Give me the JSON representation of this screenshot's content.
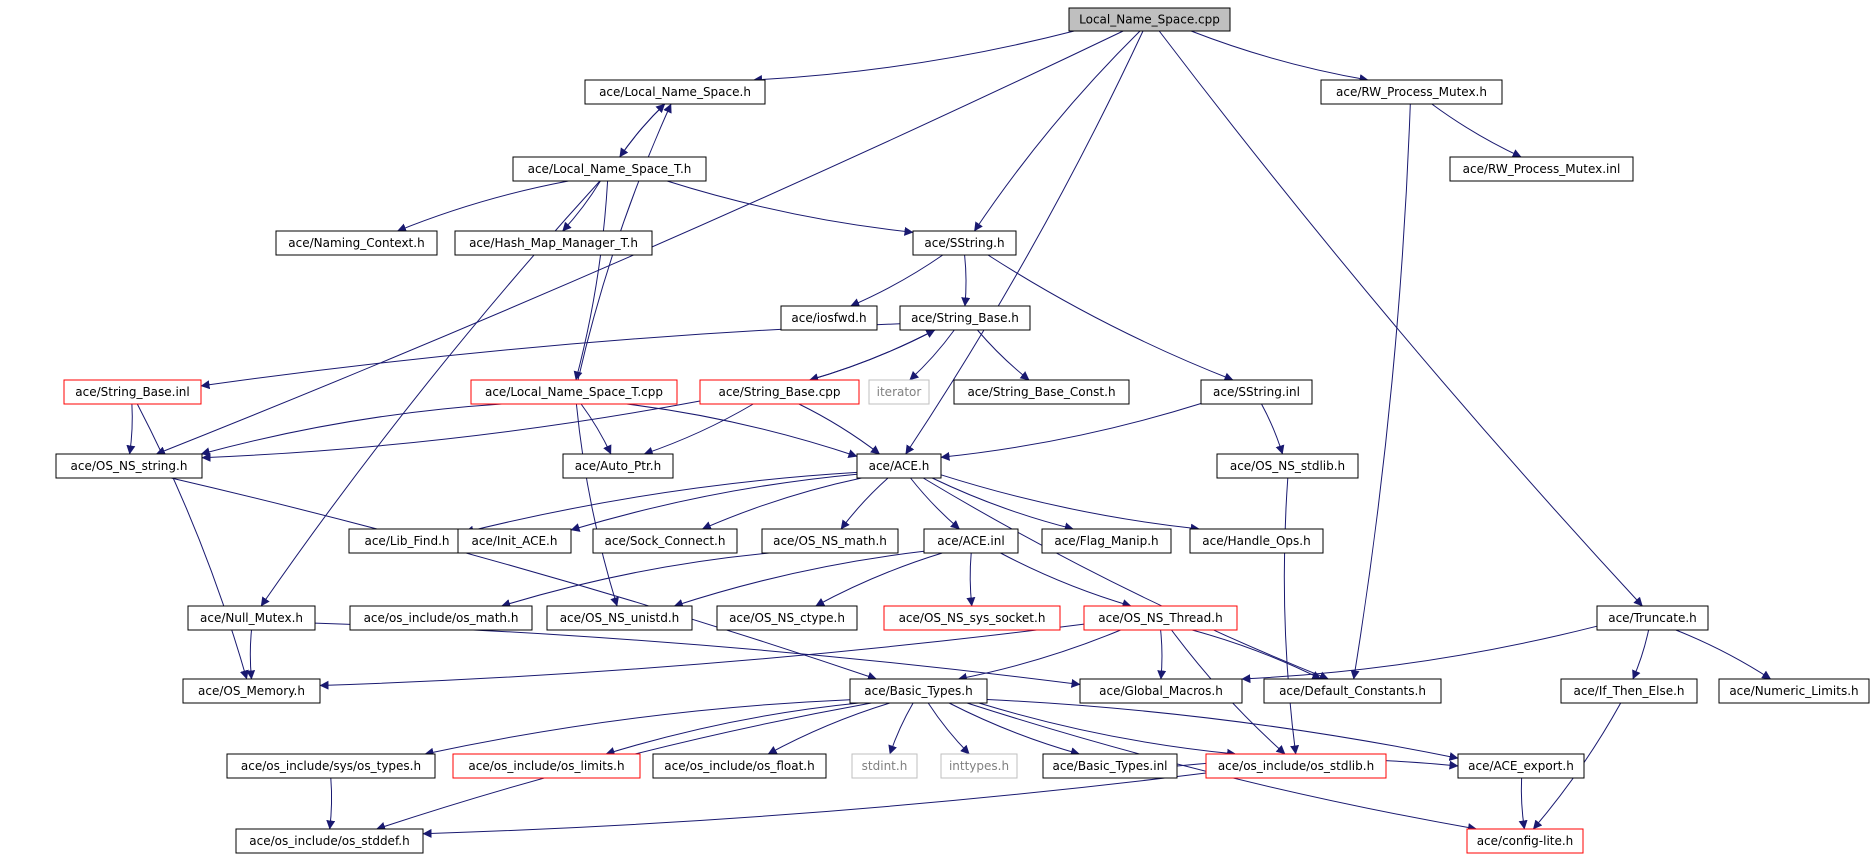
{
  "colors": {
    "edge": "#191970",
    "node_border_black": "#000000",
    "node_border_red": "#ff0000",
    "node_border_grey": "#bfbfbf",
    "root_fill": "#bfbfbf",
    "text": "#000000",
    "grey_text": "#808080"
  },
  "nodes": [
    {
      "id": "root",
      "label": "Local_Name_Space.cpp",
      "style": "root"
    },
    {
      "id": "lns_h",
      "label": "ace/Local_Name_Space.h",
      "style": "black"
    },
    {
      "id": "rwpm_h",
      "label": "ace/RW_Process_Mutex.h",
      "style": "black"
    },
    {
      "id": "lnst_h",
      "label": "ace/Local_Name_Space_T.h",
      "style": "black"
    },
    {
      "id": "rwpm_inl",
      "label": "ace/RW_Process_Mutex.inl",
      "style": "black"
    },
    {
      "id": "naming_ctx",
      "label": "ace/Naming_Context.h",
      "style": "black"
    },
    {
      "id": "hmm_t",
      "label": "ace/Hash_Map_Manager_T.h",
      "style": "black"
    },
    {
      "id": "sstring_h",
      "label": "ace/SString.h",
      "style": "black"
    },
    {
      "id": "iosfwd",
      "label": "ace/iosfwd.h",
      "style": "black"
    },
    {
      "id": "sb_h",
      "label": "ace/String_Base.h",
      "style": "black"
    },
    {
      "id": "sb_inl",
      "label": "ace/String_Base.inl",
      "style": "red"
    },
    {
      "id": "lnst_cpp",
      "label": "ace/Local_Name_Space_T.cpp",
      "style": "red"
    },
    {
      "id": "sb_cpp",
      "label": "ace/String_Base.cpp",
      "style": "red"
    },
    {
      "id": "iterator",
      "label": "iterator",
      "style": "grey"
    },
    {
      "id": "sbc_h",
      "label": "ace/String_Base_Const.h",
      "style": "black"
    },
    {
      "id": "sstring_inl",
      "label": "ace/SString.inl",
      "style": "black"
    },
    {
      "id": "os_string",
      "label": "ace/OS_NS_string.h",
      "style": "black"
    },
    {
      "id": "auto_ptr",
      "label": "ace/Auto_Ptr.h",
      "style": "black"
    },
    {
      "id": "ace_h",
      "label": "ace/ACE.h",
      "style": "black"
    },
    {
      "id": "os_stdlib_h",
      "label": "ace/OS_NS_stdlib.h",
      "style": "black"
    },
    {
      "id": "lib_find",
      "label": "ace/Lib_Find.h",
      "style": "black"
    },
    {
      "id": "init_ace",
      "label": "ace/Init_ACE.h",
      "style": "black"
    },
    {
      "id": "sock_conn",
      "label": "ace/Sock_Connect.h",
      "style": "black"
    },
    {
      "id": "os_math_h",
      "label": "ace/OS_NS_math.h",
      "style": "black"
    },
    {
      "id": "ace_inl",
      "label": "ace/ACE.inl",
      "style": "black"
    },
    {
      "id": "flag_manip",
      "label": "ace/Flag_Manip.h",
      "style": "black"
    },
    {
      "id": "handle_ops",
      "label": "ace/Handle_Ops.h",
      "style": "black"
    },
    {
      "id": "null_mutex",
      "label": "ace/Null_Mutex.h",
      "style": "black"
    },
    {
      "id": "osinc_math",
      "label": "ace/os_include/os_math.h",
      "style": "black"
    },
    {
      "id": "os_unistd",
      "label": "ace/OS_NS_unistd.h",
      "style": "black"
    },
    {
      "id": "os_ctype",
      "label": "ace/OS_NS_ctype.h",
      "style": "black"
    },
    {
      "id": "os_sys_socket",
      "label": "ace/OS_NS_sys_socket.h",
      "style": "red"
    },
    {
      "id": "os_thread",
      "label": "ace/OS_NS_Thread.h",
      "style": "red"
    },
    {
      "id": "truncate",
      "label": "ace/Truncate.h",
      "style": "black"
    },
    {
      "id": "os_memory",
      "label": "ace/OS_Memory.h",
      "style": "black"
    },
    {
      "id": "basic_types",
      "label": "ace/Basic_Types.h",
      "style": "black"
    },
    {
      "id": "global_macros",
      "label": "ace/Global_Macros.h",
      "style": "black"
    },
    {
      "id": "default_const",
      "label": "ace/Default_Constants.h",
      "style": "black"
    },
    {
      "id": "if_then_else",
      "label": "ace/If_Then_Else.h",
      "style": "black"
    },
    {
      "id": "numeric_limits",
      "label": "ace/Numeric_Limits.h",
      "style": "black"
    },
    {
      "id": "sys_types",
      "label": "ace/os_include/sys/os_types.h",
      "style": "black"
    },
    {
      "id": "osinc_limits",
      "label": "ace/os_include/os_limits.h",
      "style": "red"
    },
    {
      "id": "osinc_float",
      "label": "ace/os_include/os_float.h",
      "style": "black"
    },
    {
      "id": "stdint",
      "label": "stdint.h",
      "style": "grey"
    },
    {
      "id": "inttypes",
      "label": "inttypes.h",
      "style": "grey"
    },
    {
      "id": "bt_inl",
      "label": "ace/Basic_Types.inl",
      "style": "black"
    },
    {
      "id": "osinc_stdlib",
      "label": "ace/os_include/os_stdlib.h",
      "style": "red"
    },
    {
      "id": "ace_export",
      "label": "ace/ACE_export.h",
      "style": "black"
    },
    {
      "id": "osinc_stddef",
      "label": "ace/os_include/os_stddef.h",
      "style": "black"
    },
    {
      "id": "config_lite",
      "label": "ace/config-lite.h",
      "style": "red"
    }
  ]
}
